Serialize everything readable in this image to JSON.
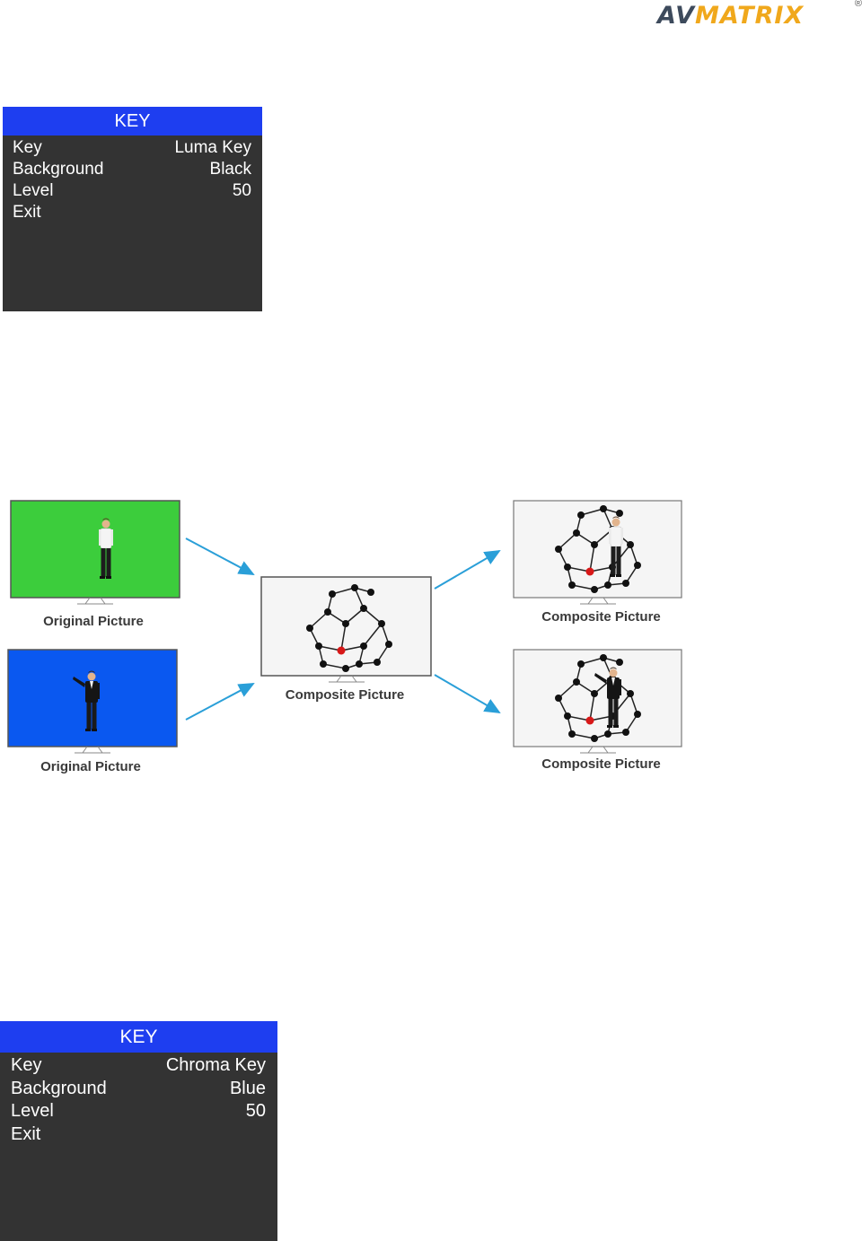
{
  "logo": {
    "text_main": "AV",
    "text_accent": "MATRIX",
    "registered": "®",
    "colors": {
      "main": "#3d4a5c",
      "accent": "#f0a81c"
    }
  },
  "osd_luma": {
    "title": "KEY",
    "rows": [
      {
        "label": "Key",
        "value": "Luma Key"
      },
      {
        "label": "Background",
        "value": "Black"
      },
      {
        "label": "Level",
        "value": "50"
      },
      {
        "label": "Exit",
        "value": ""
      }
    ]
  },
  "diagram": {
    "captions": {
      "original_green": "Original Picture",
      "original_blue": "Original Picture",
      "composite_center": "Composite Picture",
      "composite_top": "Composite Picture",
      "composite_bottom": "Composite Picture"
    },
    "colors": {
      "green_screen": "#3ccd3c",
      "blue_screen": "#0a58f0",
      "arrow": "#2a9fd8"
    }
  },
  "osd_chroma": {
    "title": "KEY",
    "rows": [
      {
        "label": "Key",
        "value": "Chroma Key"
      },
      {
        "label": "Background",
        "value": "Blue"
      },
      {
        "label": "Level",
        "value": "50"
      },
      {
        "label": "Exit",
        "value": ""
      }
    ]
  }
}
